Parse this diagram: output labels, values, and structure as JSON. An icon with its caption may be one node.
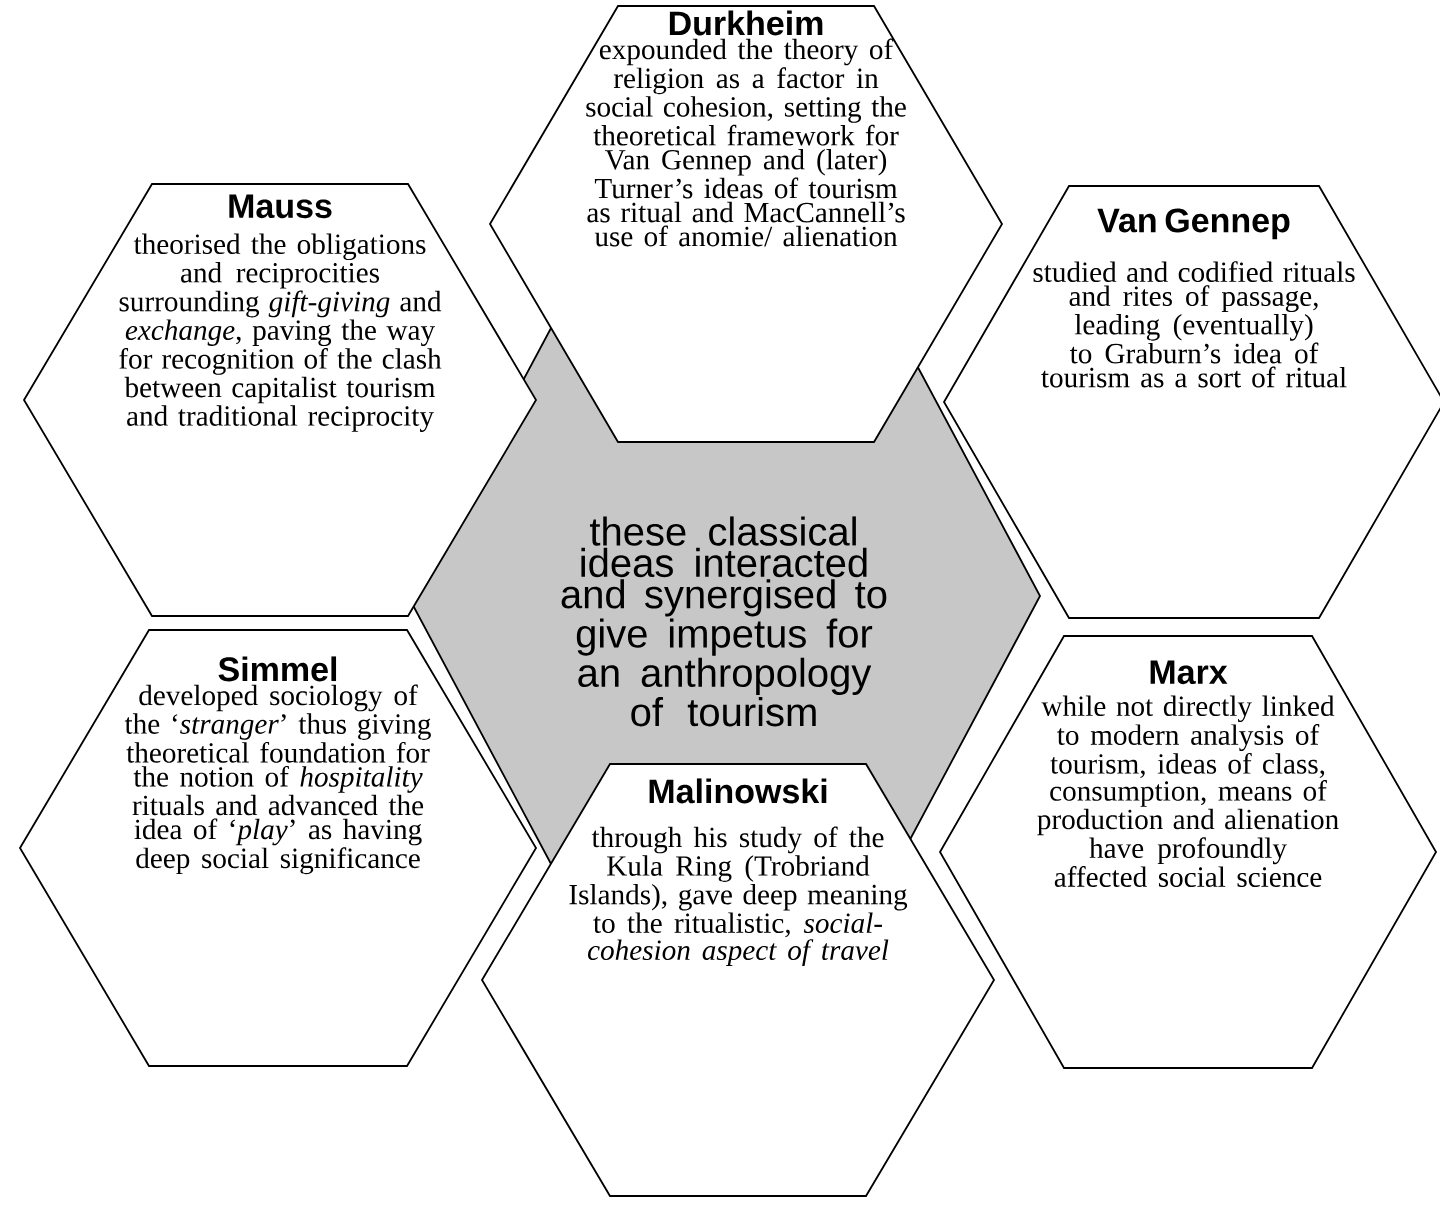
{
  "diagram": {
    "nodes": [
      {
        "text": [
          "Durkheim",
          "expounded the theory of religion as a factor in social cohesion, setting the theoretical framework for Van Gennep and (later) Turner’s ideas of tourism as ritual and MacCannell’s use of anomie/ alienation"
        ]
      },
      {
        "text": [
          "Mauss",
          "theorised the obligations and reciprocities surrounding *gift-giving* and *exchange*, paving the way for recognition of the clash between capitalist tourism and traditional reciprocity"
        ]
      },
      {
        "text": [
          "Van Gennep",
          "studied and codified rituals and rites of passage, leading (eventually) to Graburn’s idea of tourism as a sort of ritual"
        ]
      },
      {
        "text": [
          "these classical ideas interacted and synergised to give impetus for an anthropology of tourism"
        ]
      },
      {
        "text": [
          "Simmel",
          "developed sociology of the ‘*stranger*’ thus giving theoretical foundation for the notion of *hospitality* rituals and advanced the idea of ‘*play*’ as having deep social significance"
        ]
      },
      {
        "text": [
          "Malinowski",
          "through his study of the Kula Ring (Trobriand Islands), gave deep meaning to the ritualistic, *social-cohesion aspect of travel*"
        ]
      },
      {
        "text": [
          "Marx",
          "while not directly linked to modern analysis of tourism, ideas of class, consumption, means of production and alienation have profoundly affected social science"
        ]
      }
    ]
  }
}
